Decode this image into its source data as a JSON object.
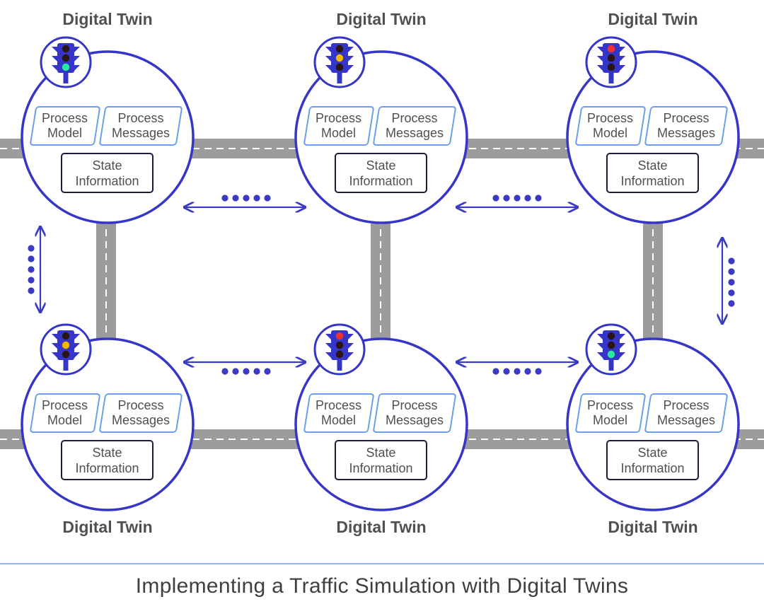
{
  "twins": [
    {
      "label": "Digital Twin",
      "light": "green",
      "process_model": [
        "Process",
        "Model"
      ],
      "process_messages": [
        "Process",
        "Messages"
      ],
      "state": [
        "State",
        "Information"
      ]
    },
    {
      "label": "Digital Twin",
      "light": "yellow",
      "process_model": [
        "Process",
        "Model"
      ],
      "process_messages": [
        "Process",
        "Messages"
      ],
      "state": [
        "State",
        "Information"
      ]
    },
    {
      "label": "Digital Twin",
      "light": "red",
      "process_model": [
        "Process",
        "Model"
      ],
      "process_messages": [
        "Process",
        "Messages"
      ],
      "state": [
        "State",
        "Information"
      ]
    },
    {
      "label": "Digital Twin",
      "light": "yellow",
      "process_model": [
        "Process",
        "Model"
      ],
      "process_messages": [
        "Process",
        "Messages"
      ],
      "state": [
        "State",
        "Information"
      ]
    },
    {
      "label": "Digital Twin",
      "light": "red",
      "process_model": [
        "Process",
        "Model"
      ],
      "process_messages": [
        "Process",
        "Messages"
      ],
      "state": [
        "State",
        "Information"
      ]
    },
    {
      "label": "Digital Twin",
      "light": "green",
      "process_model": [
        "Process",
        "Model"
      ],
      "process_messages": [
        "Process",
        "Messages"
      ],
      "state": [
        "State",
        "Information"
      ]
    }
  ],
  "caption": "Implementing a Traffic Simulation with Digital Twins",
  "colors": {
    "circle": "#3535c8",
    "arrow": "#3a3ac4",
    "road": "#9c9c9c",
    "road_stripe": "#ffffff",
    "box_border": "#6aa0ea",
    "state_border": "#1b1b3a",
    "text": "#505050",
    "light_body": "#3535c8",
    "light_off": "#2b1414",
    "light_green": "#27e9a0",
    "light_yellow": "#f0b800",
    "light_red": "#f03030",
    "caption_rule": "#8fb5ec"
  }
}
